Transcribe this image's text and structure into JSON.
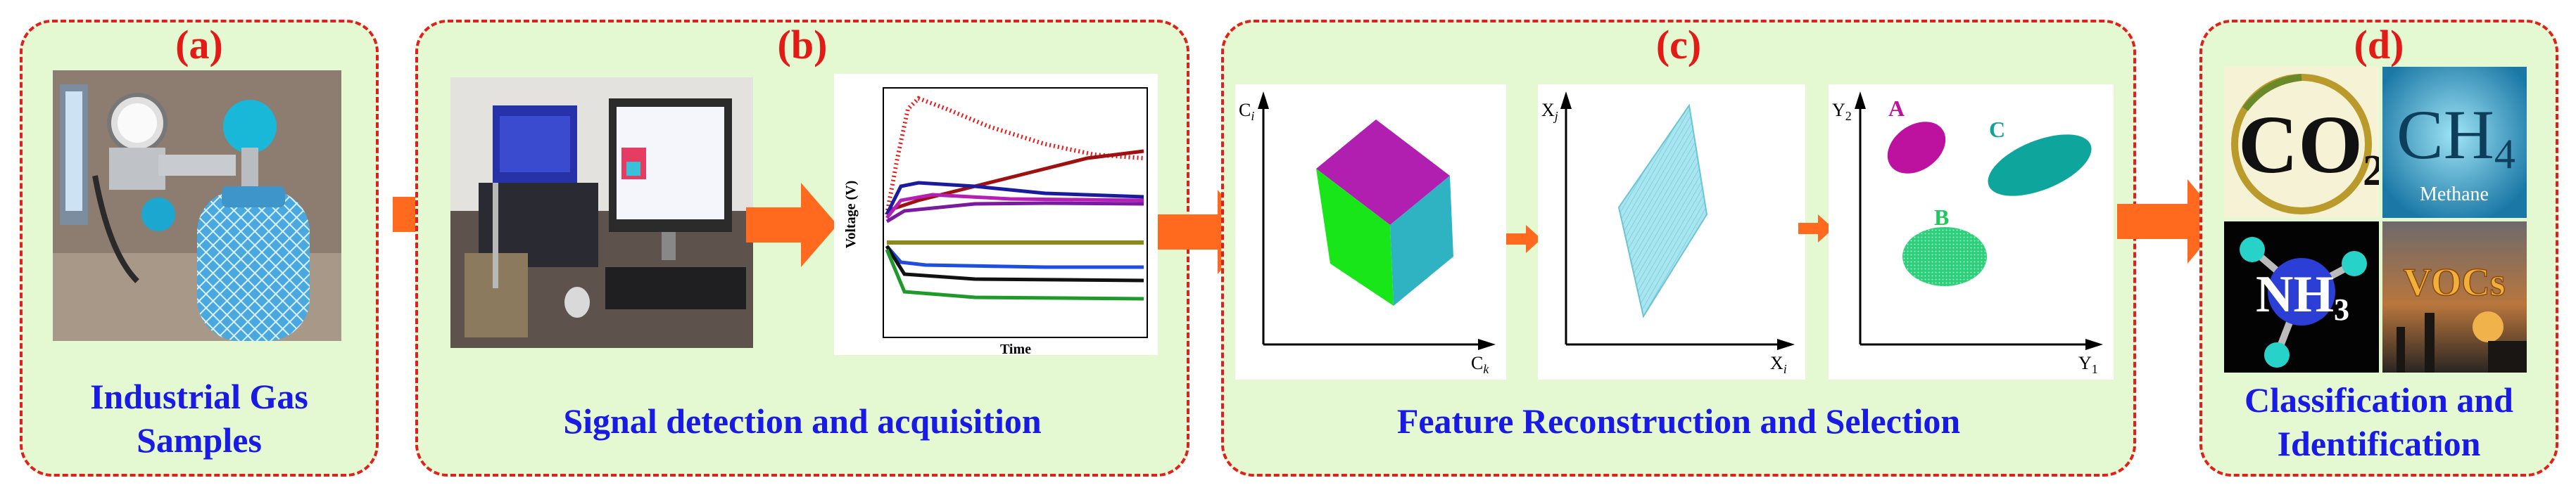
{
  "panels": [
    {
      "id": "a",
      "label": "(a)",
      "caption_lines": [
        "Industrial Gas",
        "Samples"
      ]
    },
    {
      "id": "b",
      "label": "(b)",
      "caption_lines": [
        "Signal detection and acquisition"
      ]
    },
    {
      "id": "c",
      "label": "(c)",
      "caption_lines": [
        "Feature Reconstruction and Selection"
      ]
    },
    {
      "id": "d",
      "label": "(d)",
      "caption_lines": [
        "Classification and",
        "Identification"
      ]
    }
  ],
  "signal_plot": {
    "ylabel": "Voltage (V)",
    "xlabel": "Time"
  },
  "feature_plots": {
    "plot1": {
      "y_axis": "C",
      "y_sub": "i",
      "x_axis": "C",
      "x_sub": "k"
    },
    "plot2": {
      "y_axis": "X",
      "y_sub": "j",
      "x_axis": "X",
      "x_sub": "i"
    },
    "plot3": {
      "y_axis": "Y",
      "y_sub": "2",
      "x_axis": "Y",
      "x_sub": "1",
      "clusters": [
        {
          "name": "A",
          "color": "#c0119a"
        },
        {
          "name": "C",
          "color": "#0fa39b"
        },
        {
          "name": "B",
          "color": "#1ec85a"
        }
      ]
    }
  },
  "gas_tiles": {
    "co2": {
      "main": "CO",
      "sub": "2"
    },
    "ch4": {
      "main": "CH",
      "sub": "4",
      "extra": "Methane"
    },
    "nh3": {
      "main": "NH",
      "sub": "3"
    },
    "vocs": {
      "main": "VOCs"
    }
  },
  "colors": {
    "panel_bg": "#e4f9d2",
    "border": "#e0201c",
    "caption": "#1a1ae6",
    "label": "#e21b17",
    "arrow": "#ff6a1f"
  }
}
